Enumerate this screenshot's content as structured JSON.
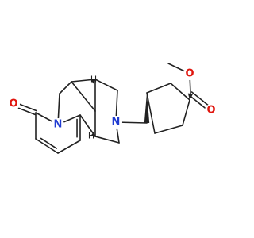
{
  "atom_labels": {
    "n_pyridone": "N",
    "n_amine": "N",
    "o_lactam": "O",
    "o_carbonyl": "O",
    "o_ester": "O",
    "h_top": "H",
    "h_bottom": "H"
  },
  "colors": {
    "nitrogen": "#1f3bd1",
    "oxygen": "#e0140c",
    "bond": "#222222"
  }
}
